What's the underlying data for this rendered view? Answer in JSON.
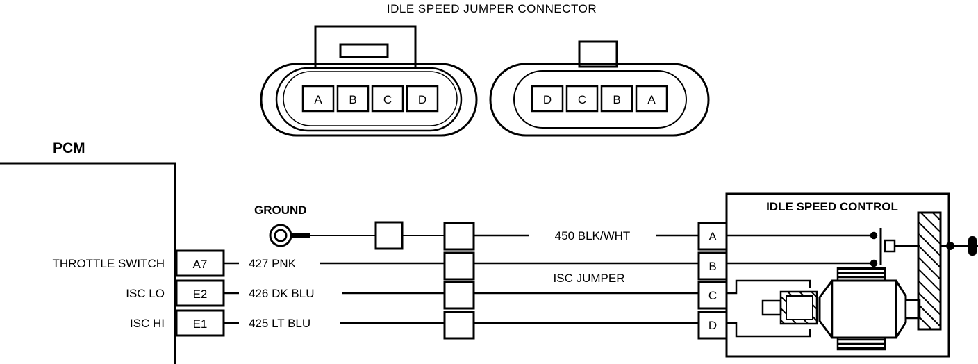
{
  "title": "IDLE SPEED JUMPER CONNECTOR",
  "connector_left": {
    "pins": [
      "A",
      "B",
      "C",
      "D"
    ]
  },
  "connector_right": {
    "pins": [
      "D",
      "C",
      "B",
      "A"
    ]
  },
  "pcm": {
    "title": "PCM",
    "rows": [
      {
        "label": "THROTTLE SWITCH",
        "pin": "A7",
        "wire": "427 PNK"
      },
      {
        "label": "ISC LO",
        "pin": "E2",
        "wire": "426 DK BLU"
      },
      {
        "label": "ISC HI",
        "pin": "E1",
        "wire": "425 LT BLU"
      }
    ]
  },
  "ground": {
    "label": "GROUND",
    "wire": "450 BLK/WHT"
  },
  "jumper_label": "ISC JUMPER",
  "isc": {
    "title": "IDLE SPEED CONTROL",
    "pins": [
      "A",
      "B",
      "C",
      "D"
    ]
  },
  "colors": {
    "line": "#000000",
    "background": "#ffffff"
  }
}
